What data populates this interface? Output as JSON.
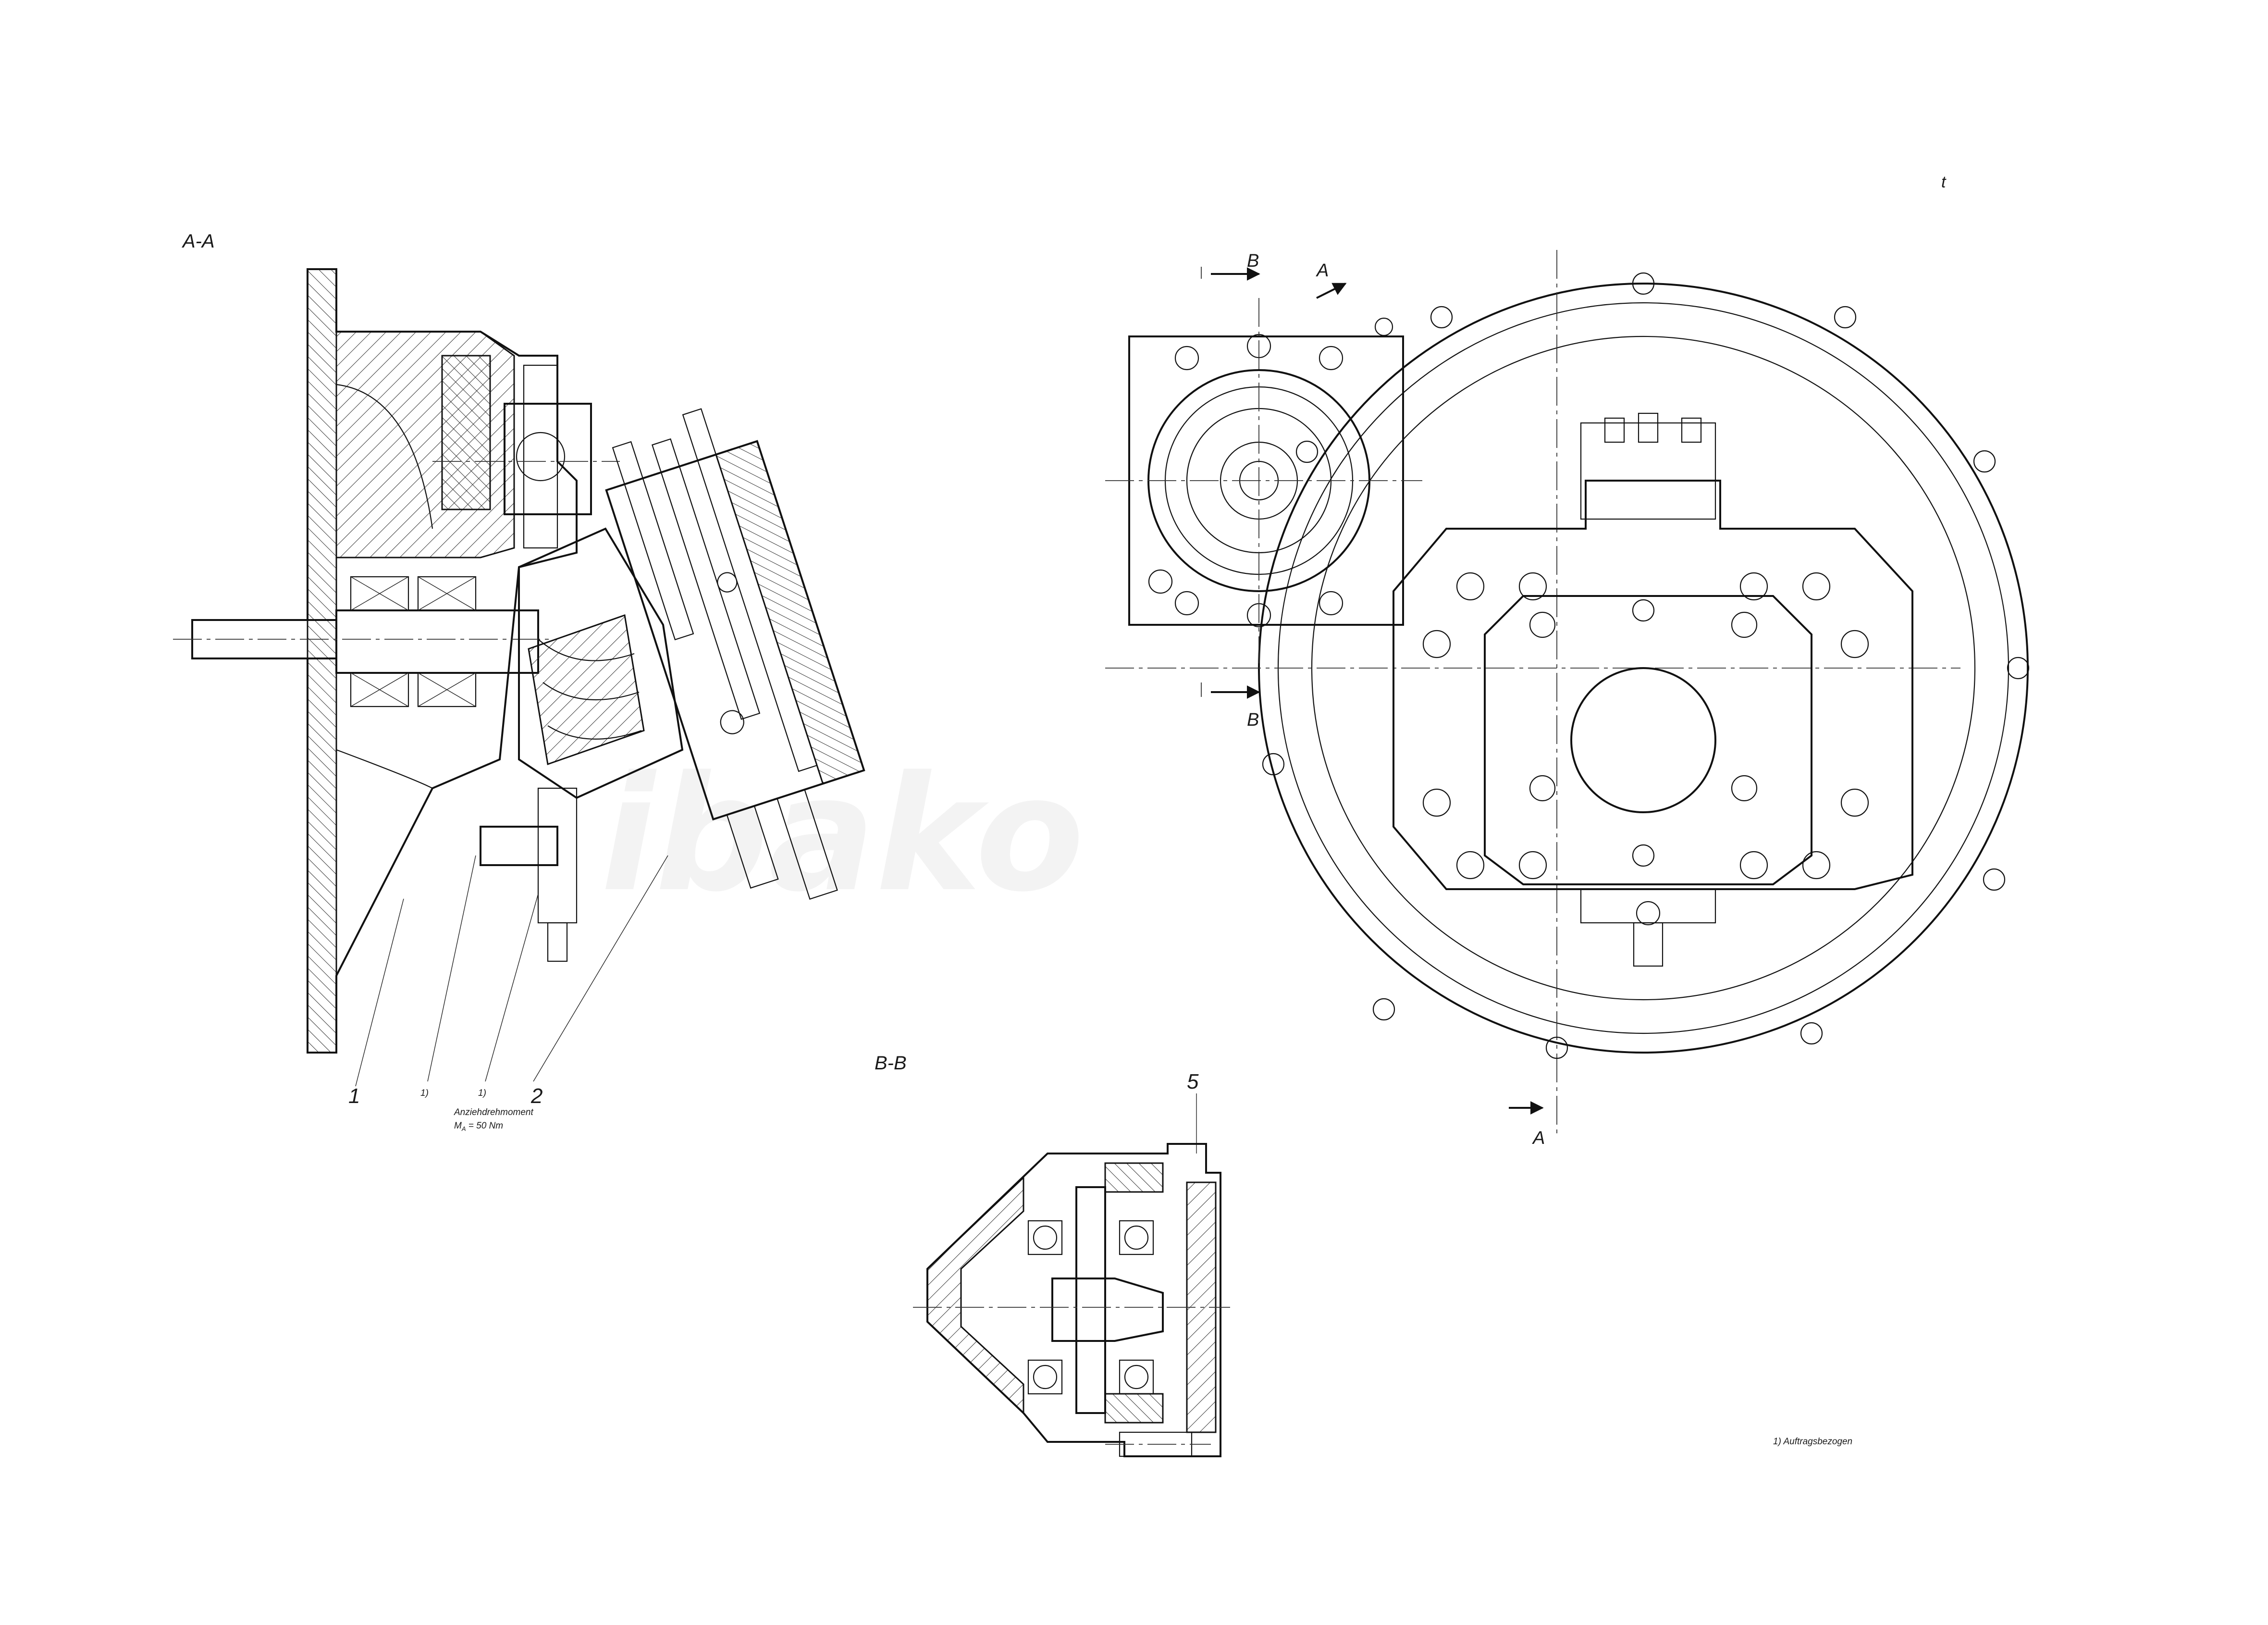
{
  "drawing": {
    "watermark": "ibako",
    "corner_mark": "t",
    "views": {
      "section_aa": {
        "title": "A-A",
        "callouts": [
          "1",
          "1)",
          "1)",
          "2"
        ],
        "torque_note_1": "Anziehdrehmoment",
        "torque_note_2": "M",
        "torque_note_sub": "A",
        "torque_note_3": " = 50 Nm"
      },
      "section_bb": {
        "title": "B-B",
        "callout": "5"
      },
      "front_view": {
        "cut_b": "B",
        "cut_a": "A"
      }
    },
    "footnote": "1) Auftragsbezogen"
  }
}
